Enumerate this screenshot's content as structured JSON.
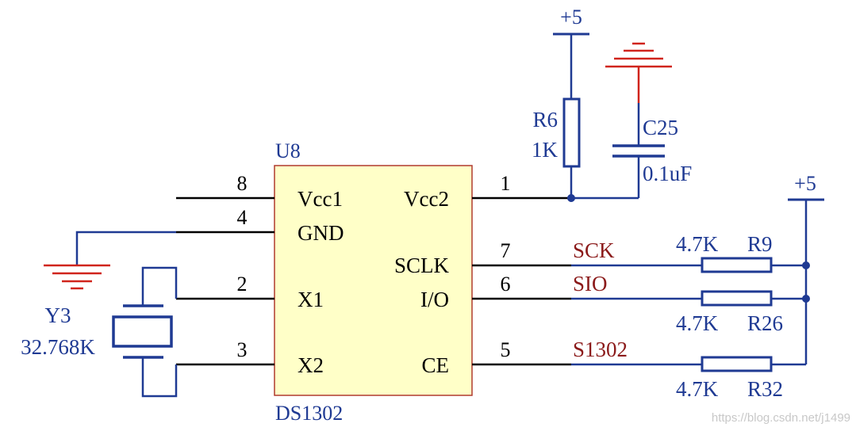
{
  "colors": {
    "wire_black": "#000000",
    "wire_blue": "#1f3a93",
    "ground_red": "#d0241c",
    "chip_fill": "#ffffc8",
    "chip_border": "#b03a2e",
    "net_label": "#8b1a1a",
    "component_label": "#1f3a93"
  },
  "chip": {
    "ref": "U8",
    "part": "DS1302",
    "pins": [
      {
        "number": "8",
        "name": "Vcc1"
      },
      {
        "number": "4",
        "name": "GND"
      },
      {
        "number": "2",
        "name": "X1"
      },
      {
        "number": "3",
        "name": "X2"
      },
      {
        "number": "1",
        "name": "Vcc2"
      },
      {
        "number": "7",
        "name": "SCLK"
      },
      {
        "number": "6",
        "name": "I/O"
      },
      {
        "number": "5",
        "name": "CE"
      }
    ]
  },
  "nets": {
    "sck": "SCK",
    "sio": "SIO",
    "ce": "S1302",
    "power_top": "+5",
    "power_right": "+5"
  },
  "components": {
    "r6": {
      "ref": "R6",
      "value": "1K"
    },
    "c25": {
      "ref": "C25",
      "value": "0.1uF"
    },
    "r9": {
      "ref": "R9",
      "value": "4.7K"
    },
    "r26": {
      "ref": "R26",
      "value": "4.7K"
    },
    "r32": {
      "ref": "R32",
      "value": "4.7K"
    },
    "y3": {
      "ref": "Y3",
      "value": "32.768K"
    }
  },
  "watermark": "https://blog.csdn.net/j1499"
}
